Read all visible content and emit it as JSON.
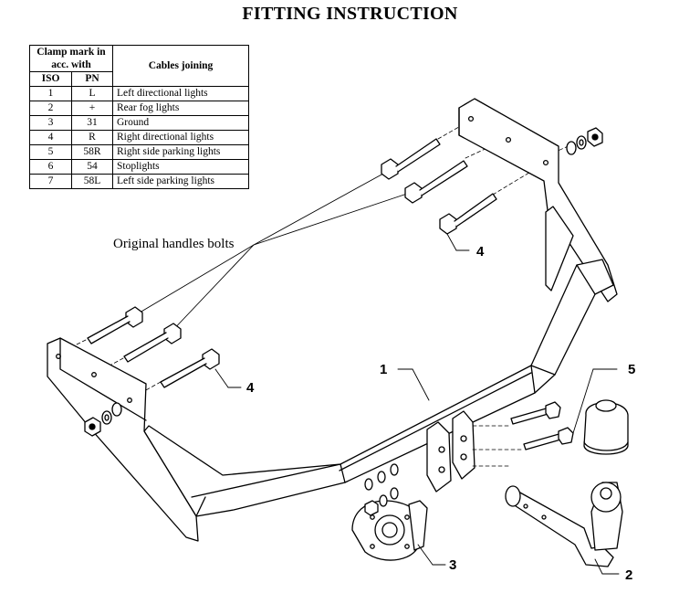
{
  "title": "FITTING INSTRUCTION",
  "table": {
    "header_clamp": "Clamp mark in acc. with",
    "header_cables": "Cables joining",
    "header_iso": "ISO",
    "header_pn": "PN",
    "rows": [
      {
        "iso": "1",
        "pn": "L",
        "desc": "Left directional lights"
      },
      {
        "iso": "2",
        "pn": "+",
        "desc": "Rear fog lights"
      },
      {
        "iso": "3",
        "pn": "31",
        "desc": "Ground"
      },
      {
        "iso": "4",
        "pn": "R",
        "desc": "Right directional lights"
      },
      {
        "iso": "5",
        "pn": "58R",
        "desc": "Right side parking lights"
      },
      {
        "iso": "6",
        "pn": "54",
        "desc": "Stoplights"
      },
      {
        "iso": "7",
        "pn": "58L",
        "desc": "Left side parking lights"
      }
    ]
  },
  "labels": {
    "handles_bolts": "Original handles bolts",
    "part_1": "1",
    "part_2": "2",
    "part_3": "3",
    "part_4_upper": "4",
    "part_4_lower": "4",
    "part_5": "5"
  }
}
